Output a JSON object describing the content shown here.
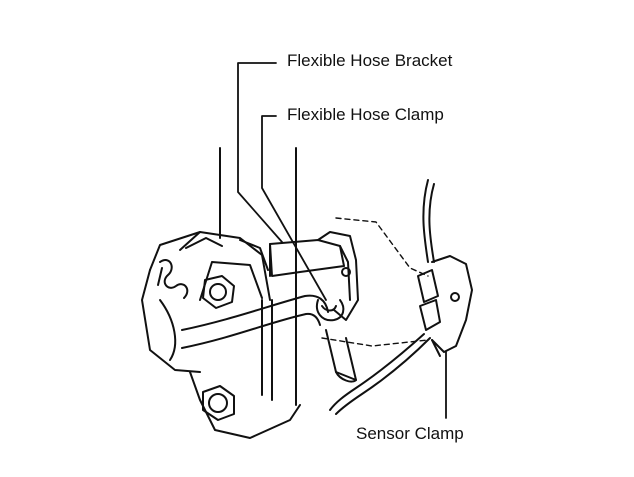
{
  "callouts": {
    "flexible_hose_bracket": "Flexible Hose Bracket",
    "flexible_hose_clamp": "Flexible Hose Clamp",
    "sensor_clamp": "Sensor Clamp"
  },
  "colors": {
    "line": "#111111",
    "background": "#ffffff"
  }
}
